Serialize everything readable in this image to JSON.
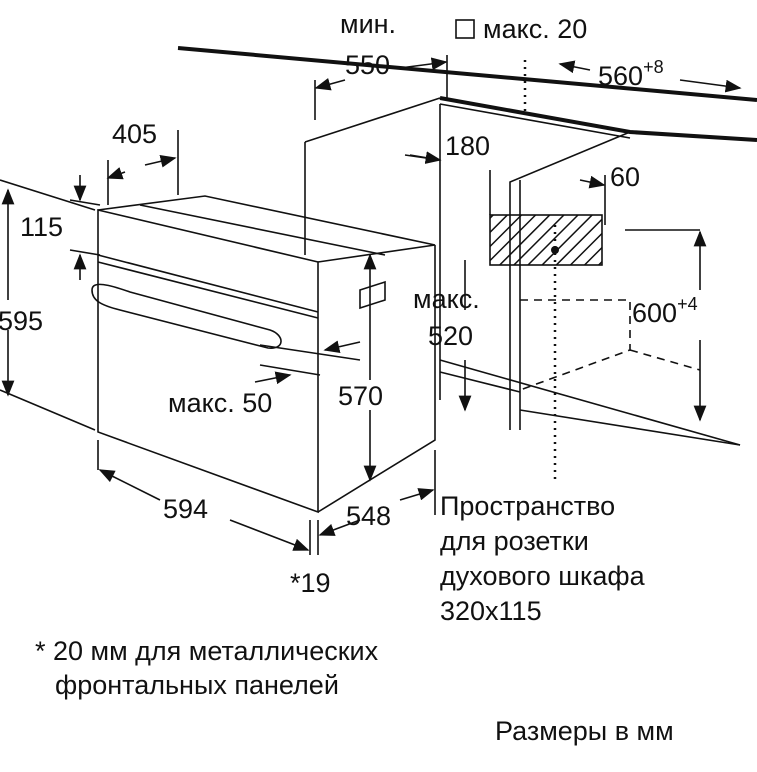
{
  "labels": {
    "min": "мин.",
    "d550": "550",
    "max20": "макс. 20",
    "d560": "560",
    "d560_sup": "+8",
    "d405": "405",
    "d180": "180",
    "d60": "60",
    "d115": "115",
    "d595": "595",
    "max520_a": "макс.",
    "max520_b": "520",
    "d600": "600",
    "d600_sup": "+4",
    "max50": "макс. 50",
    "d570": "570",
    "d594": "594",
    "d548": "548",
    "d19": "*19"
  },
  "socket_note": [
    "Пространство",
    "для розетки",
    "духового шкафа",
    "320x115"
  ],
  "footnote": [
    "* 20 мм для металлических",
    "фронтальных панелей"
  ],
  "units": "Размеры в мм"
}
